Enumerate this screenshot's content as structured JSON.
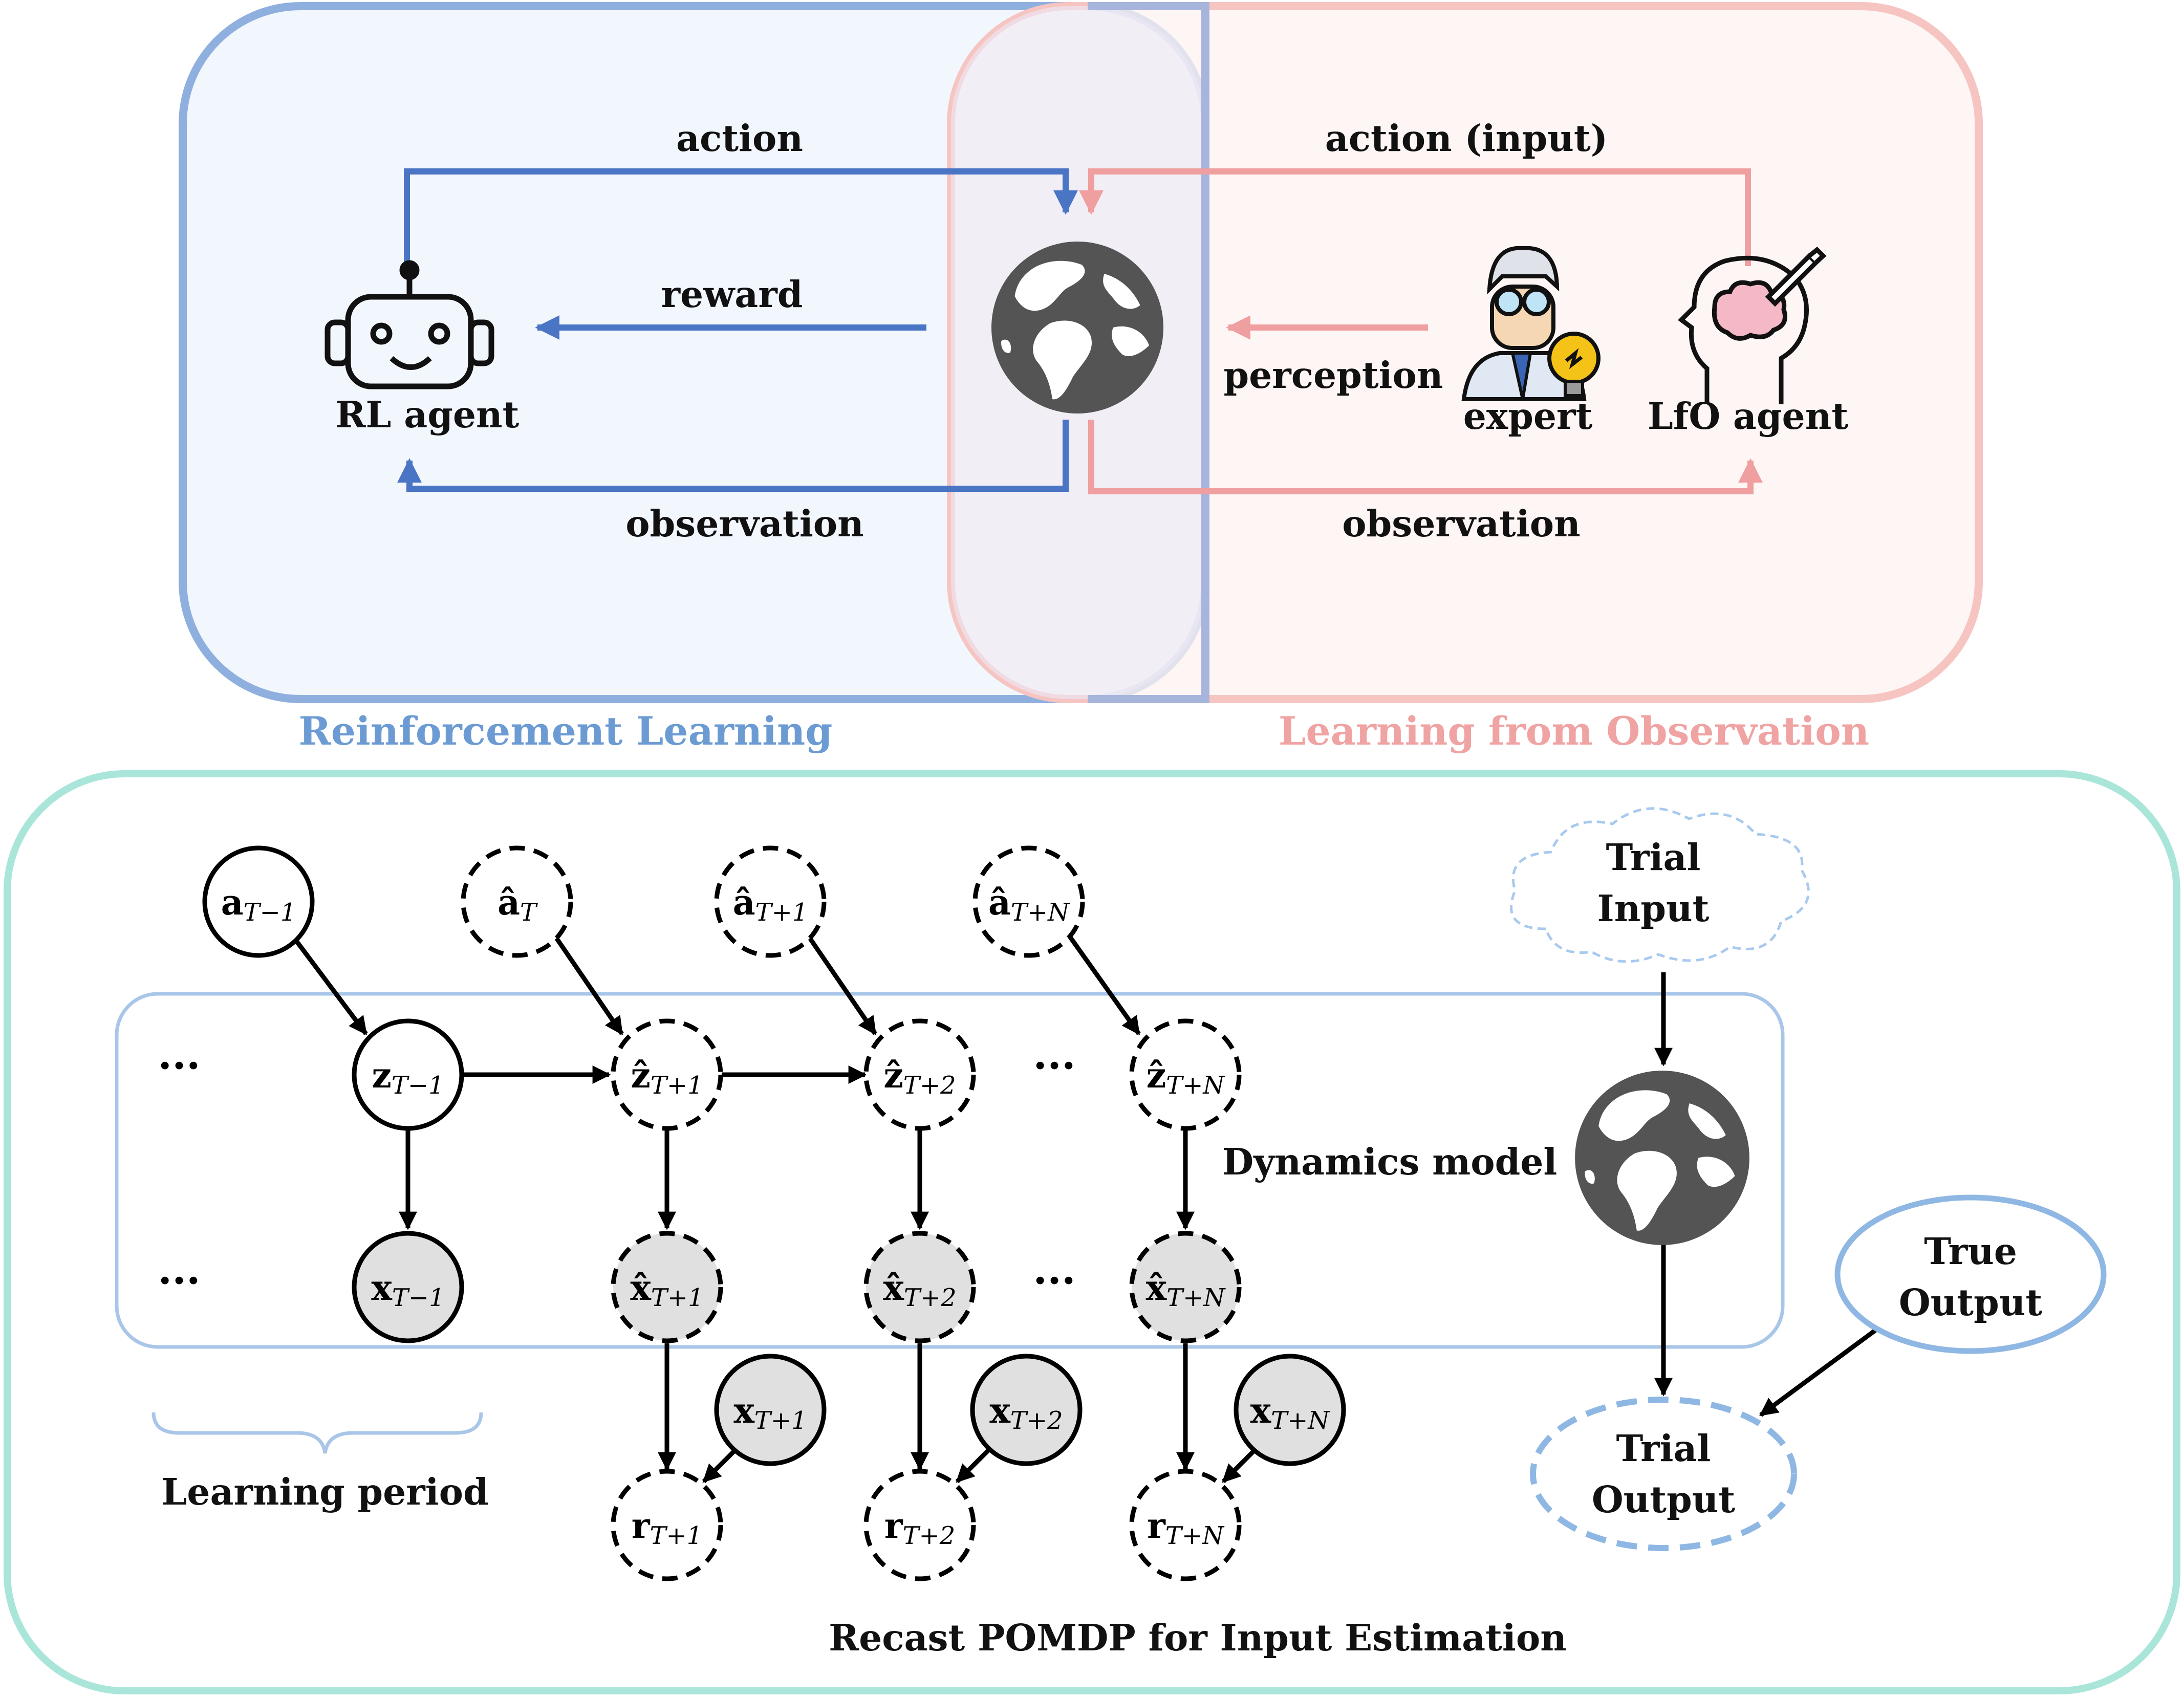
{
  "colors": {
    "rl": "#4a74c4",
    "rl_fill": "#f2f6fd",
    "lfo": "#ef9f9f",
    "lfo_fill": "#fdf3f2",
    "bottom_border": "#a9e6d9",
    "dynamics_border": "#a9c6e8",
    "cloud": "#a9c9ee",
    "globe": "#545454",
    "observed_node": "#e0e0e0"
  },
  "top": {
    "rl": {
      "caption": "Reinforcement Learning",
      "agent_label": "RL agent",
      "agent_icon": "robot-icon",
      "action_label": "action",
      "reward_label": "reward",
      "observation_label": "observation"
    },
    "lfo": {
      "caption": "Learning from Observation",
      "agent_label": "LfO agent",
      "agent_icon": "brain-head-icon",
      "expert_label": "expert",
      "expert_icon": "expert-scientist-icon",
      "action_label": "action (input)",
      "perception_label": "perception",
      "observation_label": "observation"
    },
    "environment_icon": "globe-icon"
  },
  "bottom": {
    "caption": "Recast POMDP for Input Estimation",
    "dynamics_label": "Dynamics model",
    "learning_period_label": "Learning period",
    "trial_input_label": [
      "Trial",
      "Input"
    ],
    "trial_output_label": [
      "Trial",
      "Output"
    ],
    "true_output_label": [
      "True",
      "Output"
    ],
    "ellipsis": "···",
    "nodes": {
      "a_prev": {
        "main": "a",
        "sub": "T−1"
      },
      "a_T": {
        "main": "â",
        "sub": "T"
      },
      "a_T1": {
        "main": "â",
        "sub": "T+1"
      },
      "a_TN": {
        "main": "â",
        "sub": "T+N"
      },
      "z_prev": {
        "main": "z",
        "sub": "T−1"
      },
      "z_T1": {
        "main": "ẑ",
        "sub": "T+1"
      },
      "z_T2": {
        "main": "ẑ",
        "sub": "T+2"
      },
      "z_TN": {
        "main": "ẑ",
        "sub": "T+N"
      },
      "x_prev": {
        "main": "x",
        "sub": "T−1"
      },
      "xh_T1": {
        "main": "x̂",
        "sub": "T+1"
      },
      "xh_T2": {
        "main": "x̂",
        "sub": "T+2"
      },
      "xh_TN": {
        "main": "x̂",
        "sub": "T+N"
      },
      "x_T1": {
        "main": "x",
        "sub": "T+1"
      },
      "x_T2": {
        "main": "x",
        "sub": "T+2"
      },
      "x_TN": {
        "main": "x",
        "sub": "T+N"
      },
      "r_T1": {
        "main": "r",
        "sub": "T+1"
      },
      "r_T2": {
        "main": "r",
        "sub": "T+2"
      },
      "r_TN": {
        "main": "r",
        "sub": "T+N"
      }
    }
  }
}
